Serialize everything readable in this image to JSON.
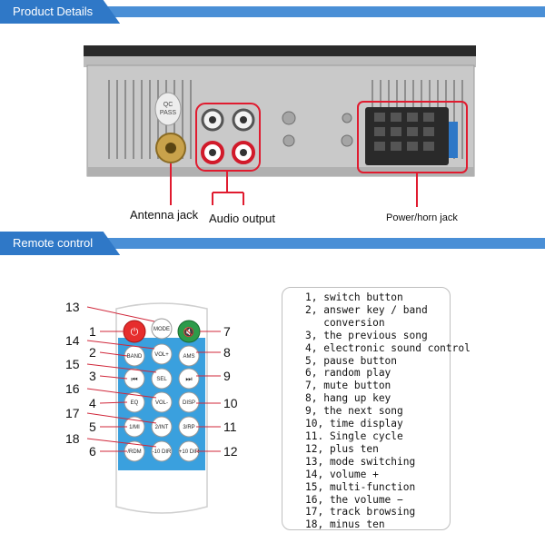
{
  "product_banner": {
    "label": "Product Details"
  },
  "remote_banner": {
    "label": "Remote control"
  },
  "panel_labels": {
    "qc": "QC",
    "pass": "PASS",
    "antenna": "Antenna jack",
    "audio": "Audio output",
    "power": "Power/horn jack"
  },
  "remote": {
    "buttons": [
      {
        "label": "MODE"
      },
      {
        "label": "VOL+"
      },
      {
        "label": "BAND"
      },
      {
        "label": "AMS"
      },
      {
        "label": "SEL"
      },
      {
        "label": "EQ"
      },
      {
        "label": "VOL-"
      },
      {
        "label": "DISP"
      },
      {
        "label": "1/MI"
      },
      {
        "label": "2/INT"
      },
      {
        "label": "3/RP"
      },
      {
        "label": "/RDM"
      },
      {
        "label": "-10 DIR"
      },
      {
        "label": "+10 DIR"
      }
    ],
    "callouts": [
      "1",
      "2",
      "3",
      "4",
      "5",
      "6",
      "7",
      "8",
      "9",
      "10",
      "11",
      "12",
      "13",
      "14",
      "15",
      "16",
      "17",
      "18"
    ]
  },
  "legend": {
    "items": [
      "1, switch button",
      "2, answer key / band",
      "   conversion",
      "3, the previous song",
      "4, electronic sound control",
      "5, pause button",
      "6, random play",
      "7, mute button",
      "8, hang up key",
      "9, the next song",
      "10, time display",
      "11. Single cycle",
      "12, plus ten",
      "13, mode switching",
      "14, volume +",
      "15, multi-function",
      "16, the volume −",
      "17, track browsing",
      "18, minus ten"
    ]
  },
  "colors": {
    "banner": "#2f78c7",
    "highlight": "#e01b2f",
    "remote_pad": "#3aa0de"
  }
}
